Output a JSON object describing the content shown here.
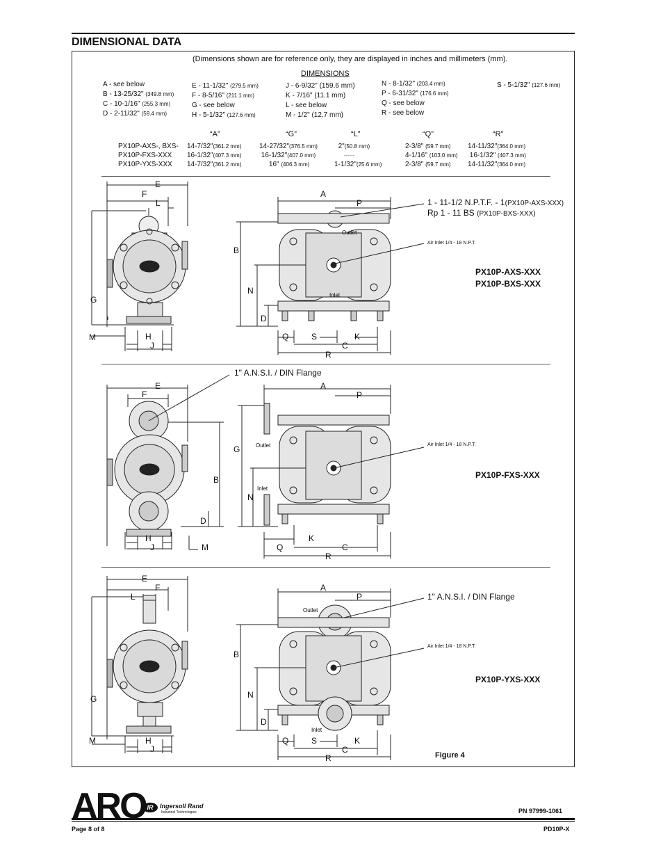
{
  "header": {
    "title": "DIMENSIONAL DATA"
  },
  "note": "(Dimensions shown are for reference only, they are displayed in inches and millimeters (mm).",
  "dims_heading": "DIMENSIONS",
  "dims": {
    "col1": [
      {
        "main": "A -  see below",
        "mm": ""
      },
      {
        "main": "B - 13-25/32\"",
        "mm": "(349.8 mm)"
      },
      {
        "main": "C - 10-1/16\"",
        "mm": "(255.3 mm)"
      },
      {
        "main": "D - 2-11/32\"",
        "mm": "(59.4 mm)"
      }
    ],
    "col2": [
      {
        "main": "E - 11-1/32\"",
        "mm": "(279.5 mm)"
      },
      {
        "main": "F - 8-5/16\"",
        "mm": "(211.1 mm)"
      },
      {
        "main": "G - see below",
        "mm": ""
      },
      {
        "main": "H - 5-1/32\"",
        "mm": "(127.6 mm)"
      }
    ],
    "col3": [
      {
        "main": "J - 6-9/32\" (159.6 mm)",
        "mm": ""
      },
      {
        "main": "K - 7/16\" (11.1 mm)",
        "mm": ""
      },
      {
        "main": "L - see below",
        "mm": ""
      },
      {
        "main": "M - 1/2\" (12.7 mm)",
        "mm": ""
      }
    ],
    "col4": [
      {
        "main": "N - 8-1/32\"",
        "mm": "(203.4 mm)"
      },
      {
        "main": "P - 6-31/32\"",
        "mm": "(176.6 mm)"
      },
      {
        "main": "Q - see below",
        "mm": ""
      },
      {
        "main": "R - see below",
        "mm": ""
      }
    ],
    "col5": [
      {
        "main": "S - 5-1/32\"",
        "mm": "(127.6 mm)"
      }
    ]
  },
  "model_table": {
    "headers": [
      "“A”",
      "“G”",
      "“L”",
      "“Q”",
      "“R”"
    ],
    "rows": [
      {
        "model": "PX10P-AXS-, BXS-",
        "a": "14-7/32\"",
        "a_mm": "(361.2 mm)",
        "g": "14-27/32\"",
        "g_mm": "(376.5 mm)",
        "l": "2\"",
        "l_mm": "(50.8 mm)",
        "q": "2-3/8\"",
        "q_mm": "(59.7 mm)",
        "r": "14-11/32\"",
        "r_mm": "(364.0 mm)"
      },
      {
        "model": "PX10P-FXS-XXX",
        "a": "16-1/32\"",
        "a_mm": "(407.3 mm)",
        "g": "16-1/32\"",
        "g_mm": "(407.0 mm)",
        "l": "------",
        "l_mm": "",
        "q": "4-1/16\"",
        "q_mm": "(103.0 mm)",
        "r": "16-1/32\"",
        "r_mm": "(407.3 mm)"
      },
      {
        "model": "PX10P-YXS-XXX",
        "a": "14-7/32\"",
        "a_mm": "(361.2 mm)",
        "g": "16\"",
        "g_mm": "(406.3 mm)",
        "l": "1-1/32\"",
        "l_mm": "(25.6 mm)",
        "q": "2-3/8\"",
        "q_mm": "(59.7 mm)",
        "r": "14-11/32\"",
        "r_mm": "(364.0 mm)"
      }
    ]
  },
  "section1": {
    "port_line1": "1 - 11-1/2 N.P.T.F. - 1",
    "port_line1_sm": "(PX10P-AXS-XXX)",
    "port_line2": "Rp 1 - 11 BS",
    "port_line2_sm": "(PX10P-BXS-XXX)",
    "air_inlet": "Air Inlet 1/4 - 18 N.P.T.",
    "outlet": "Outlet",
    "inlet": "Inlet",
    "model1": "PX10P-AXS-XXX",
    "model2": "PX10P-BXS-XXX"
  },
  "section2": {
    "flange": "1\" A.N.S.I. / DIN Flange",
    "air_inlet": "Air Inlet 1/4 - 18 N.P.T.",
    "outlet": "Outlet",
    "inlet": "Inlet",
    "model": "PX10P-FXS-XXX"
  },
  "section3": {
    "flange": "1\" A.N.S.I. / DIN Flange",
    "air_inlet": "Air Inlet 1/4 - 18 N.P.T.",
    "outlet": "Outlet",
    "inlet": "Inlet",
    "model": "PX10P-YXS-XXX",
    "figure": "Figure 4"
  },
  "letters": {
    "A": "A",
    "B": "B",
    "C": "C",
    "D": "D",
    "E": "E",
    "F": "F",
    "G": "G",
    "H": "H",
    "J": "J",
    "K": "K",
    "L": "L",
    "M": "M",
    "N": "N",
    "P": "P",
    "Q": "Q",
    "R": "R",
    "S": "S"
  },
  "footer": {
    "brand": "ARO",
    "ir_logo": "IR",
    "company": "Ingersoll Rand",
    "company_sub": "Industrial Technologies",
    "pn": "PN 97999-1061",
    "page": "Page 8 of 8",
    "doc": "PD10P-X"
  }
}
